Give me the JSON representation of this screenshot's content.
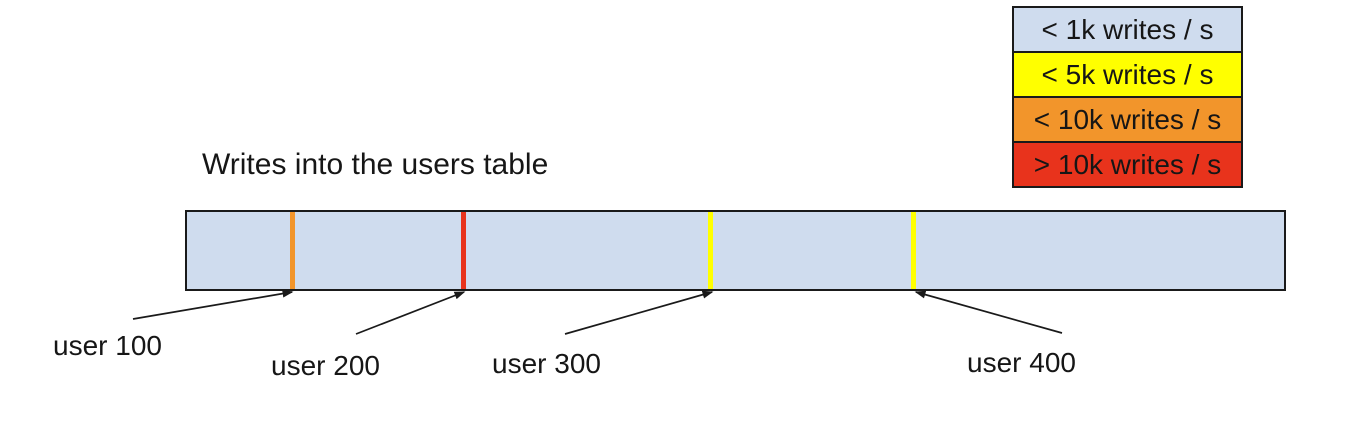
{
  "title": "Writes into the users table",
  "legend": {
    "items": [
      {
        "label": "< 1k writes / s",
        "color": "#cfdcee"
      },
      {
        "label": "< 5k writes / s",
        "color": "#ffff00"
      },
      {
        "label": "< 10k writes / s",
        "color": "#f2952b"
      },
      {
        "label": "> 10k writes / s",
        "color": "#e8331c"
      }
    ]
  },
  "table_bar": {
    "fill": "#cfdcee",
    "markers": [
      {
        "label": "user 100",
        "color": "#f2952b"
      },
      {
        "label": "user 200",
        "color": "#e8331c"
      },
      {
        "label": "user 300",
        "color": "#ffff00"
      },
      {
        "label": "user 400",
        "color": "#ffff00"
      }
    ]
  }
}
